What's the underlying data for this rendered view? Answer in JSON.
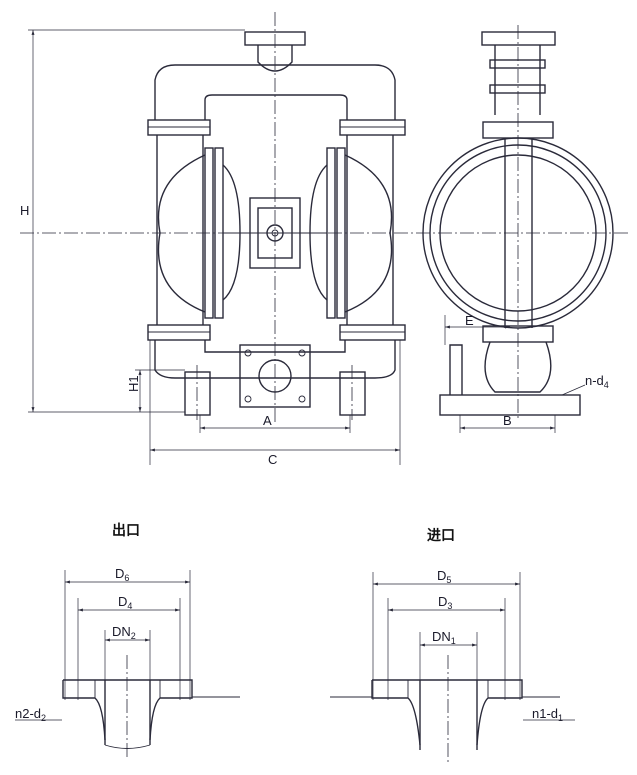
{
  "front_view": {
    "H": "H",
    "H1": "H1",
    "A": "A",
    "C": "C"
  },
  "side_view": {
    "E": "E",
    "B": "B",
    "nd4": {
      "main": "n-d",
      "sub": "4"
    }
  },
  "outlet": {
    "title": "出口",
    "D6": {
      "main": "D",
      "sub": "6"
    },
    "D4": {
      "main": "D",
      "sub": "4"
    },
    "DN2": {
      "main": "DN",
      "sub": "2"
    },
    "nd2": {
      "main": "n2-d",
      "sub": "2"
    }
  },
  "inlet": {
    "title": "进口",
    "D5": {
      "main": "D",
      "sub": "5"
    },
    "D3": {
      "main": "D",
      "sub": "3"
    },
    "DN1": {
      "main": "DN",
      "sub": "1"
    },
    "nd1": {
      "main": "n1-d",
      "sub": "1"
    }
  }
}
